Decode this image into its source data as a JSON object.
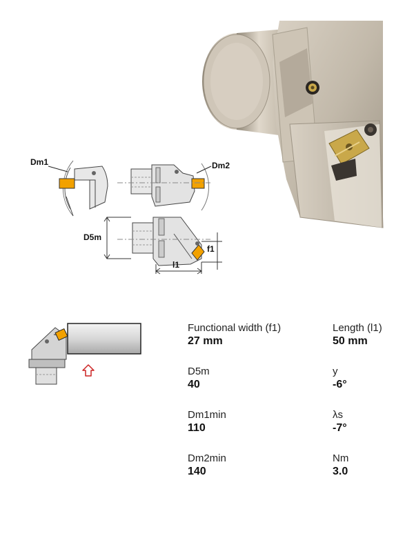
{
  "diagram": {
    "labels": {
      "dm1": "Dm1",
      "dm2": "Dm2",
      "d5m": "D5m",
      "f1": "f1",
      "l1": "l1"
    }
  },
  "specs": [
    {
      "label": "Functional width (f1)",
      "value": "27 mm"
    },
    {
      "label": "Length (l1)",
      "value": "50 mm"
    },
    {
      "label": "D5m",
      "value": "40"
    },
    {
      "label": "y",
      "value": "-6°"
    },
    {
      "label": "Dm1min",
      "value": "110"
    },
    {
      "label": "λs",
      "value": "-7°"
    },
    {
      "label": "Dm2min",
      "value": "140"
    },
    {
      "label": "Nm",
      "value": "3.0"
    }
  ],
  "colors": {
    "steel": "#b9b1a4",
    "insert_gold": "#c9a84a",
    "cut_orange": "#f2a100",
    "arrow_red": "#cc2222"
  }
}
